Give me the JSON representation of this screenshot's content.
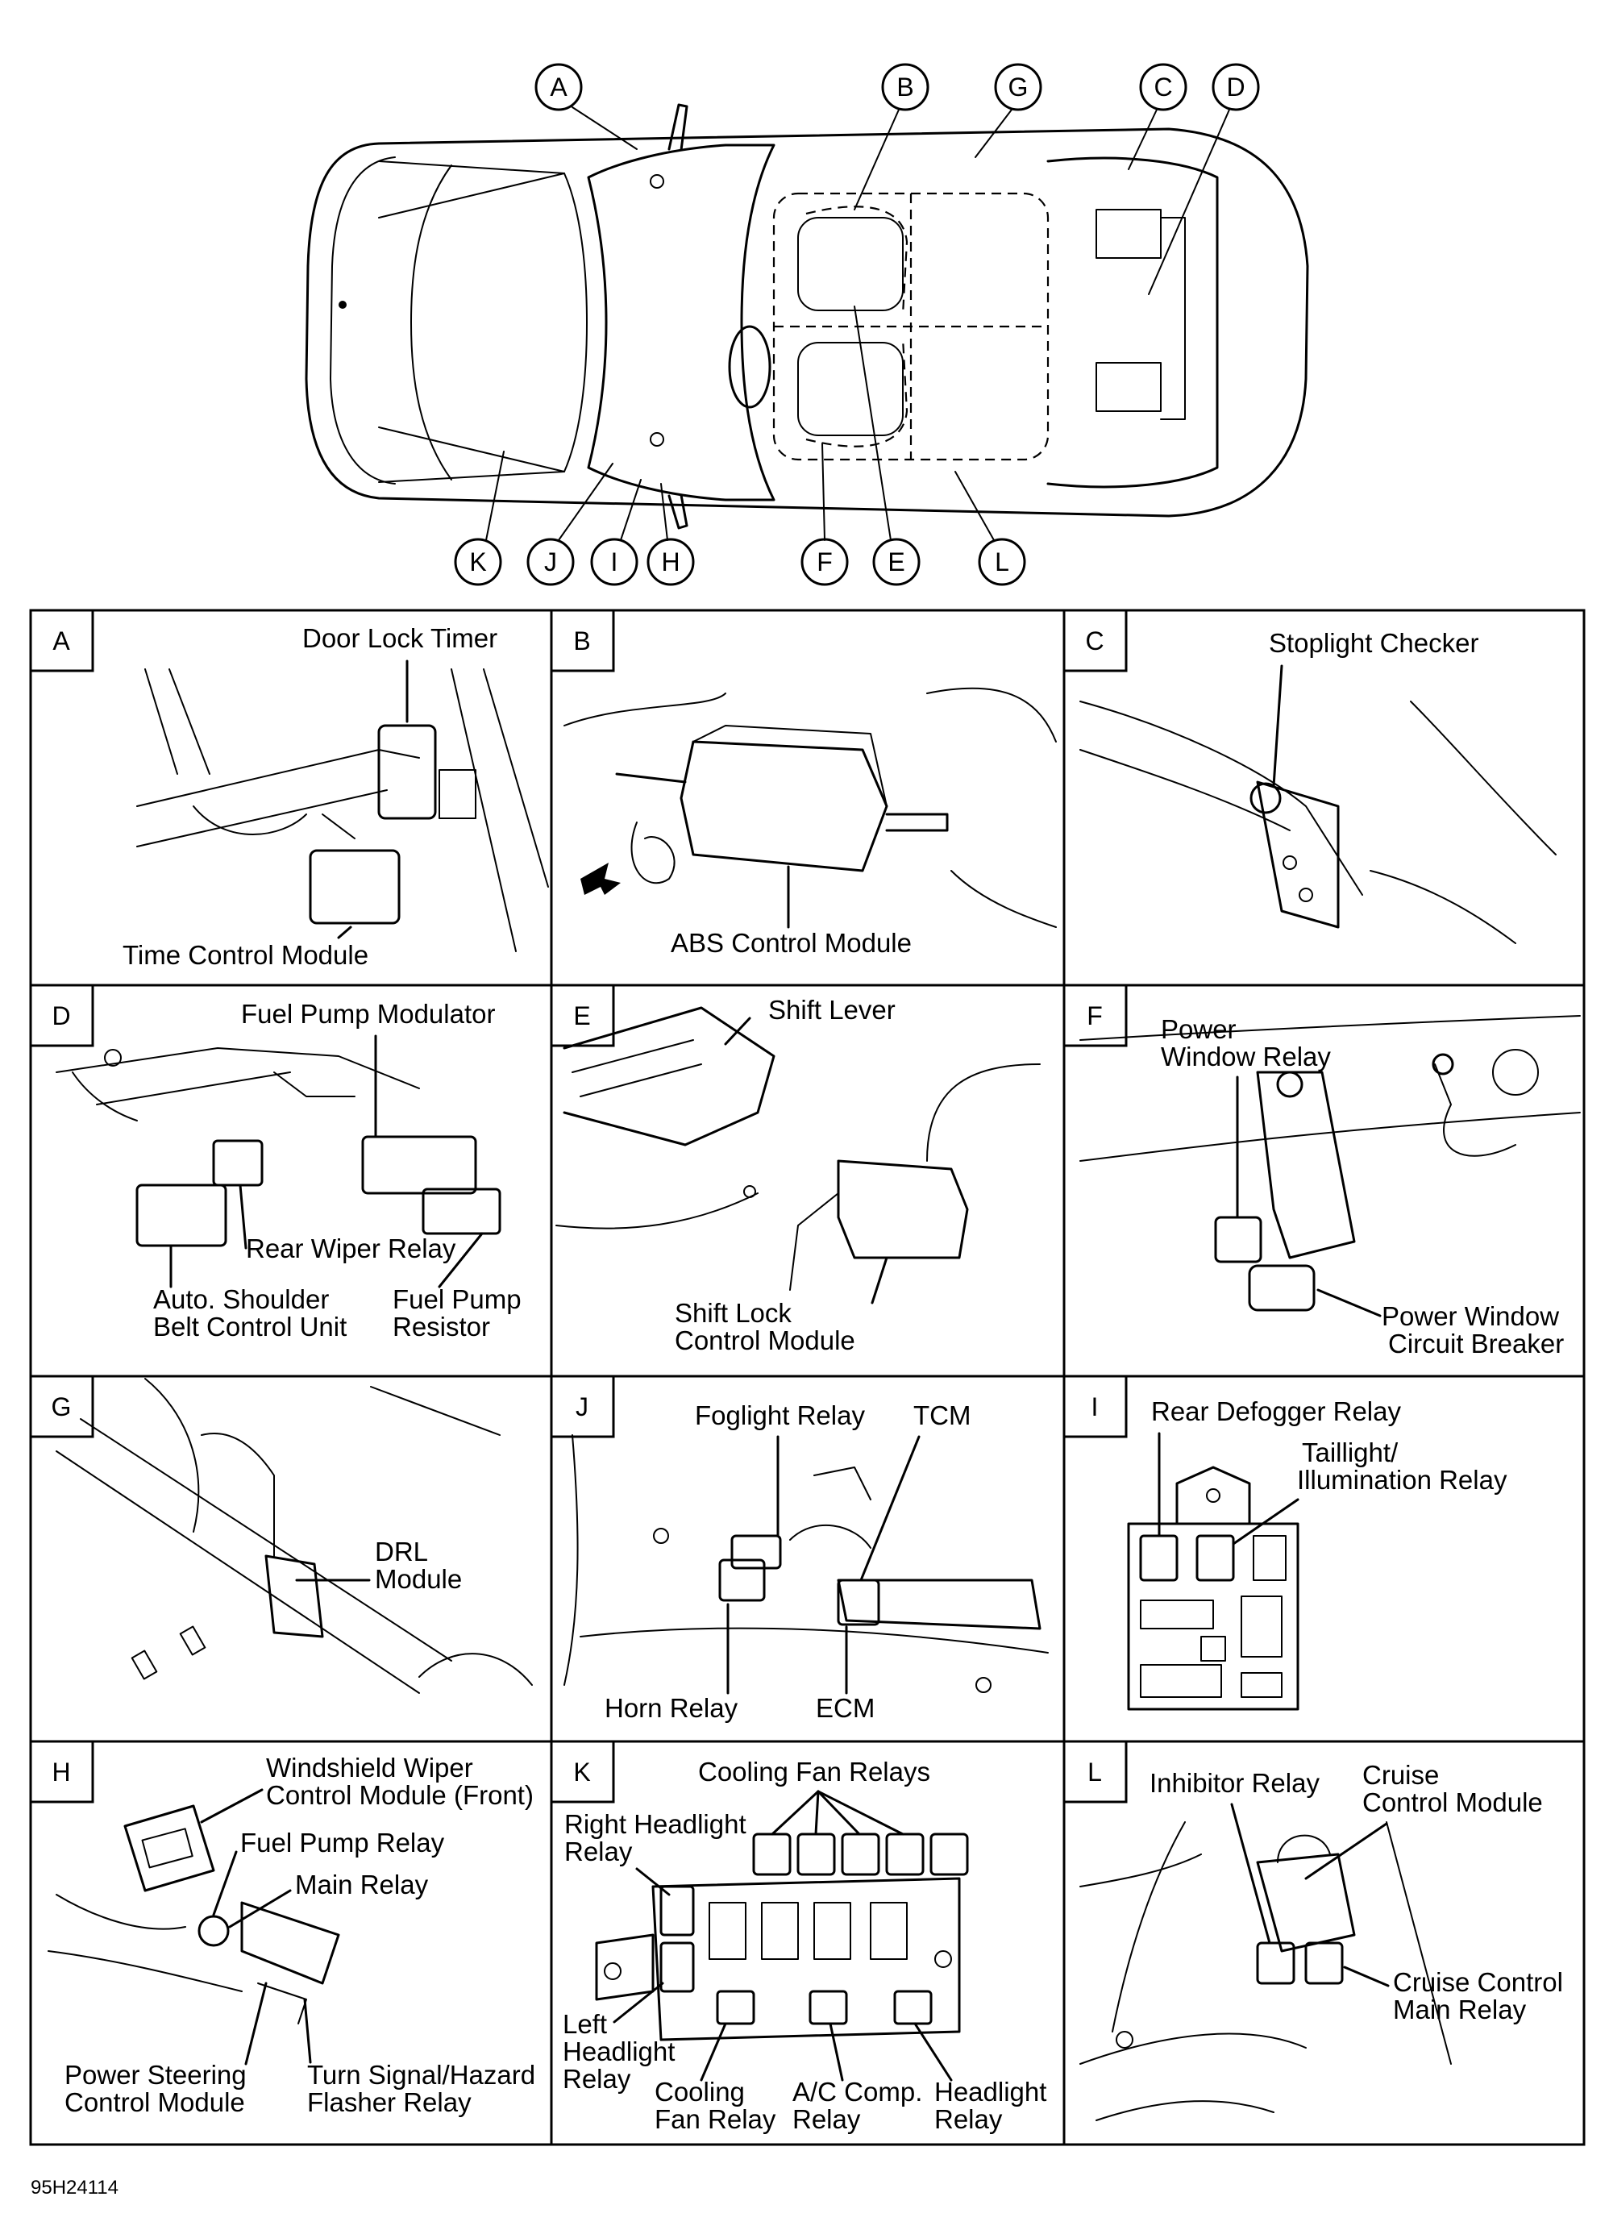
{
  "callouts": [
    "A",
    "B",
    "G",
    "C",
    "D",
    "K",
    "J",
    "I",
    "H",
    "F",
    "E",
    "L"
  ],
  "panels": [
    {
      "letter": "A",
      "labels": [
        "Door Lock Timer",
        "Time Control Module"
      ]
    },
    {
      "letter": "B",
      "labels": [
        "ABS Control Module"
      ]
    },
    {
      "letter": "C",
      "labels": [
        "Stoplight Checker"
      ]
    },
    {
      "letter": "D",
      "labels": [
        "Fuel Pump Modulator",
        "Rear Wiper Relay",
        "Auto. Shoulder",
        "Belt Control Unit",
        "Fuel Pump",
        "Resistor"
      ]
    },
    {
      "letter": "E",
      "labels": [
        "Shift Lever",
        "Shift Lock",
        "Control Module"
      ]
    },
    {
      "letter": "F",
      "labels": [
        "Power",
        "Window Relay",
        "Power Window",
        "Circuit Breaker"
      ]
    },
    {
      "letter": "G",
      "labels": [
        "DRL",
        "Module"
      ]
    },
    {
      "letter": "J",
      "labels": [
        "Foglight Relay",
        "TCM",
        "Horn Relay",
        "ECM"
      ]
    },
    {
      "letter": "I",
      "labels": [
        "Rear Defogger Relay",
        "Taillight/",
        "Illumination Relay"
      ]
    },
    {
      "letter": "H",
      "labels": [
        "Windshield Wiper",
        "Control Module (Front)",
        "Fuel Pump Relay",
        "Main Relay",
        "Power Steering",
        "Control Module",
        "Turn Signal/Hazard",
        "Flasher Relay"
      ]
    },
    {
      "letter": "K",
      "labels": [
        "Cooling Fan Relays",
        "Right Headlight",
        "Relay",
        "Left",
        "Headlight",
        "Relay",
        "Cooling",
        "Fan Relay",
        "A/C Comp.",
        "Relay",
        "Headlight",
        "Relay"
      ]
    },
    {
      "letter": "L",
      "labels": [
        "Inhibitor Relay",
        "Cruise",
        "Control Module",
        "Cruise Control",
        "Main Relay"
      ]
    }
  ],
  "figure_code": "95H24114"
}
